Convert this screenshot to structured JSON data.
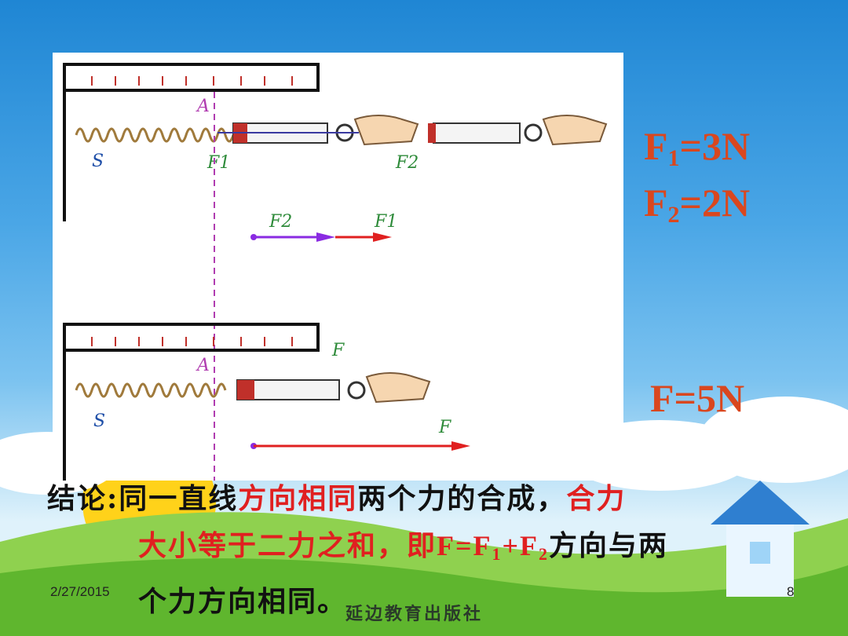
{
  "diagram": {
    "top": {
      "label_a": "A",
      "label_s": "S",
      "label_f1": "F1",
      "label_f2": "F2",
      "arrow_f2": "F2",
      "arrow_f1": "F1"
    },
    "bottom": {
      "label_a": "A",
      "label_s": "S",
      "label_f_top": "F",
      "arrow_f": "F"
    }
  },
  "forces": {
    "f1": {
      "main": "F",
      "sub": "1",
      "rest": "=3N"
    },
    "f2": {
      "main": "F",
      "sub": "2",
      "rest": "=2N"
    }
  },
  "result": "F=5N",
  "conclusion": {
    "p1": "结论:同一直线",
    "p2": "方向相同",
    "p3": "两个力的合成，",
    "p4": "合力",
    "p5": "大小等于二力之和，即",
    "f_a": "F=F",
    "f_sub1": "1",
    "f_b": "+F",
    "f_sub2": "2",
    "p6": "方向与两",
    "p7": "个力方向相同。"
  },
  "footer": {
    "date": "2/27/2015",
    "page": "8",
    "publisher": "延边教育出版社"
  },
  "colors": {
    "accent_red": "#d9471f",
    "arrow_red": "#e02020",
    "arrow_purple": "#8a2be2",
    "label_green": "#2e8b3a",
    "label_blue": "#1f4fa8",
    "dashed_magenta": "#b03cb0"
  }
}
